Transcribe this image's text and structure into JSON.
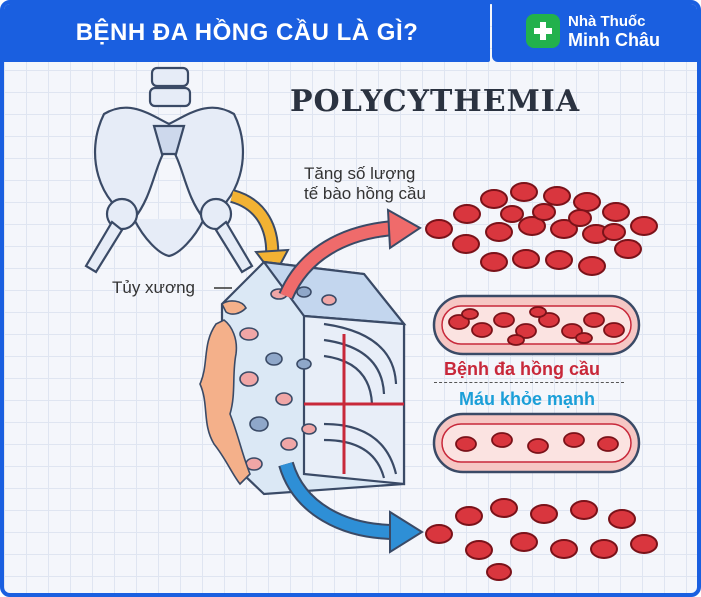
{
  "header": {
    "title": "BỆNH ĐA HỒNG CẦU LÀ GÌ?",
    "brand_line1": "Nhà Thuốc",
    "brand_line2": "Minh Châu"
  },
  "diagram": {
    "heading": "POLYCYTHEMIA",
    "caption_increase_line1": "Tăng số lượng",
    "caption_increase_line2": "tế bào hồng cầu",
    "label_marrow": "Tủy xương",
    "label_polycythemia": "Bệnh đa hồng cầu",
    "label_healthy": "Máu khỏe mạnh"
  },
  "colors": {
    "brand_blue": "#1a5fe0",
    "brand_green": "#22b14c",
    "disease_red": "#c8283a",
    "healthy_blue": "#1b9fd8"
  }
}
